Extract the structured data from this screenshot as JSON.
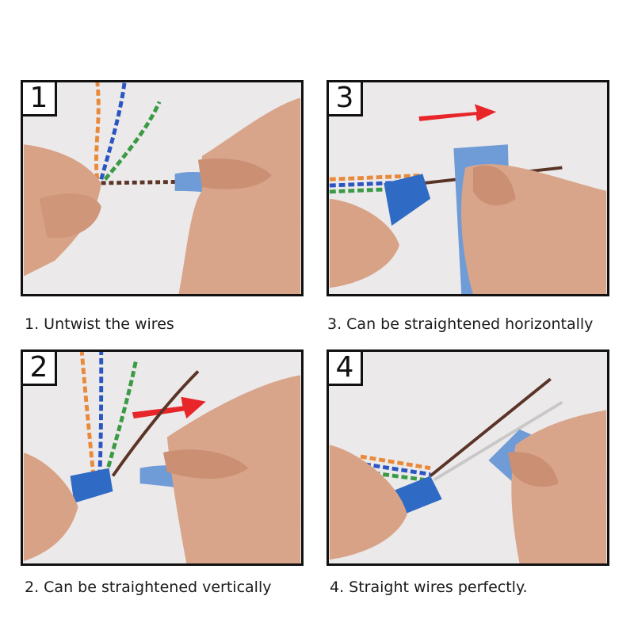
{
  "panels": [
    {
      "number": "1",
      "caption": "1. Untwist the wires"
    },
    {
      "number": "3",
      "caption": "3. Can be straightened horizontally"
    },
    {
      "number": "2",
      "caption": "2. Can be straightened vertically"
    },
    {
      "number": "4",
      "caption": "4. Straight wires perfectly."
    }
  ],
  "colors": {
    "background": "#e9e7e8",
    "tool": "#6f9bd6",
    "skin": "#d9a58a",
    "arrow": "#e8262a",
    "wire_orange": "#e98a3a",
    "wire_blue": "#2a55c2",
    "wire_green": "#3b9a45",
    "wire_brown": "#5a3426"
  },
  "icons": [
    "red-arrow-icon"
  ]
}
